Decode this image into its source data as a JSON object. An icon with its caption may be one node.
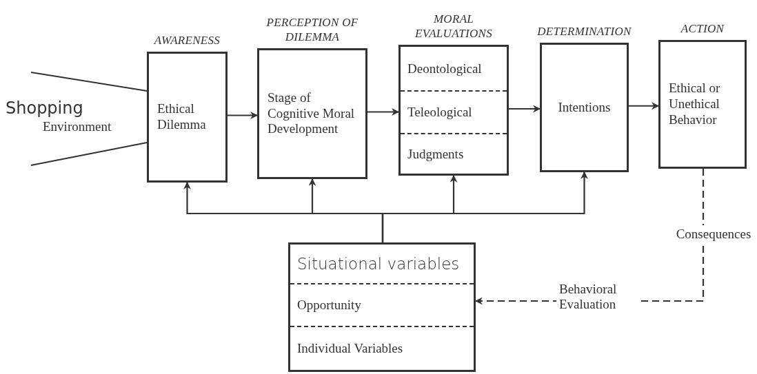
{
  "diagram": {
    "nodes": [
      {
        "text": [
          "Shopping",
          "Environment"
        ]
      },
      {
        "text": [
          "AWARENESS",
          "Ethical Dilemma"
        ]
      },
      {
        "text": [
          "PERCEPTION OF DILEMMA",
          "Stage of Cognitive Moral Development"
        ]
      },
      {
        "text": [
          "MORAL EVALUATIONS"
        ]
      },
      {
        "text": [
          "Deontological"
        ],
        "in": 3
      },
      {
        "text": [
          "Teleological"
        ],
        "in": 3
      },
      {
        "text": [
          "Judgments"
        ],
        "in": 3
      },
      {
        "text": [
          "DETERMINATION",
          "Intentions"
        ]
      },
      {
        "text": [
          "ACTION",
          "Ethical or Unethical Behavior"
        ]
      },
      {
        "text": [],
        "shape": "box"
      },
      {
        "text": [
          "Situational variables"
        ],
        "in": 9
      },
      {
        "text": [
          "Opportunity"
        ],
        "in": 9
      },
      {
        "text": [
          "Individual Variables"
        ],
        "in": 9
      }
    ],
    "edges": [
      {
        "from": null,
        "to": 1,
        "arrow": "none"
      },
      {
        "from": null,
        "to": 1,
        "arrow": "none"
      },
      {
        "from": 1,
        "to": 2,
        "arrow": "to"
      },
      {
        "from": 2,
        "to": 3,
        "arrow": "to"
      },
      {
        "from": 3,
        "to": 7,
        "arrow": "to"
      },
      {
        "from": 7,
        "to": 8,
        "arrow": "to"
      },
      {
        "from": 9,
        "to": 1,
        "arrow": "to"
      },
      {
        "from": 9,
        "to": 2,
        "arrow": "to"
      },
      {
        "from": 9,
        "to": 3,
        "arrow": "to"
      },
      {
        "from": 9,
        "to": 7,
        "arrow": "to"
      },
      {
        "from": 8,
        "to": 9,
        "arrow": "to",
        "style": "dashed",
        "label": "Consequences"
      }
    ],
    "labels": [
      "Behavioral Evaluation"
    ]
  }
}
